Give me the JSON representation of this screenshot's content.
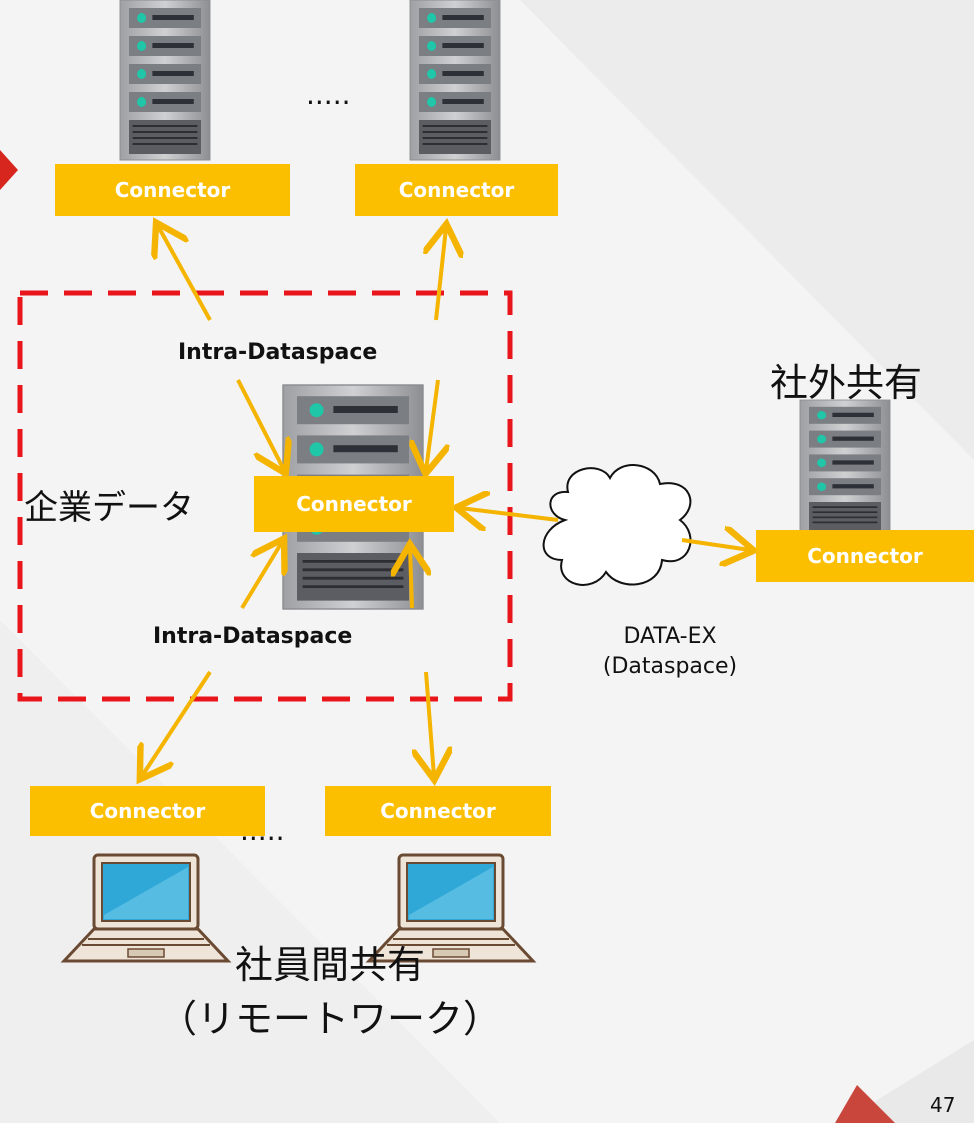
{
  "colors": {
    "connector_fill": "#fbbf00",
    "connector_text": "#ffffff",
    "arrow": "#f5b400",
    "dash_box": "#e8151b",
    "server_light": "#c9c9cb",
    "server_dark": "#7a7c80",
    "indicator": "#1fc6a8",
    "slide_accent": "#d7261e"
  },
  "connectors": {
    "top_left": "Connector",
    "top_right": "Connector",
    "center": "Connector",
    "external": "Connector",
    "bottom_left": "Connector",
    "bottom_right": "Connector"
  },
  "ellipsis_top": ".....",
  "ellipsis_bottom": ".....",
  "intra_top": "Intra-Dataspace",
  "intra_bottom": "Intra-Dataspace",
  "enterprise_label": "企業データ",
  "external_share_label": "社外共有",
  "dataex_line1": "DATA-EX",
  "dataex_line2": "(Dataspace)",
  "employee_share_line1": "社員間共有",
  "employee_share_line2": "（リモートワーク）",
  "page_number": "47"
}
